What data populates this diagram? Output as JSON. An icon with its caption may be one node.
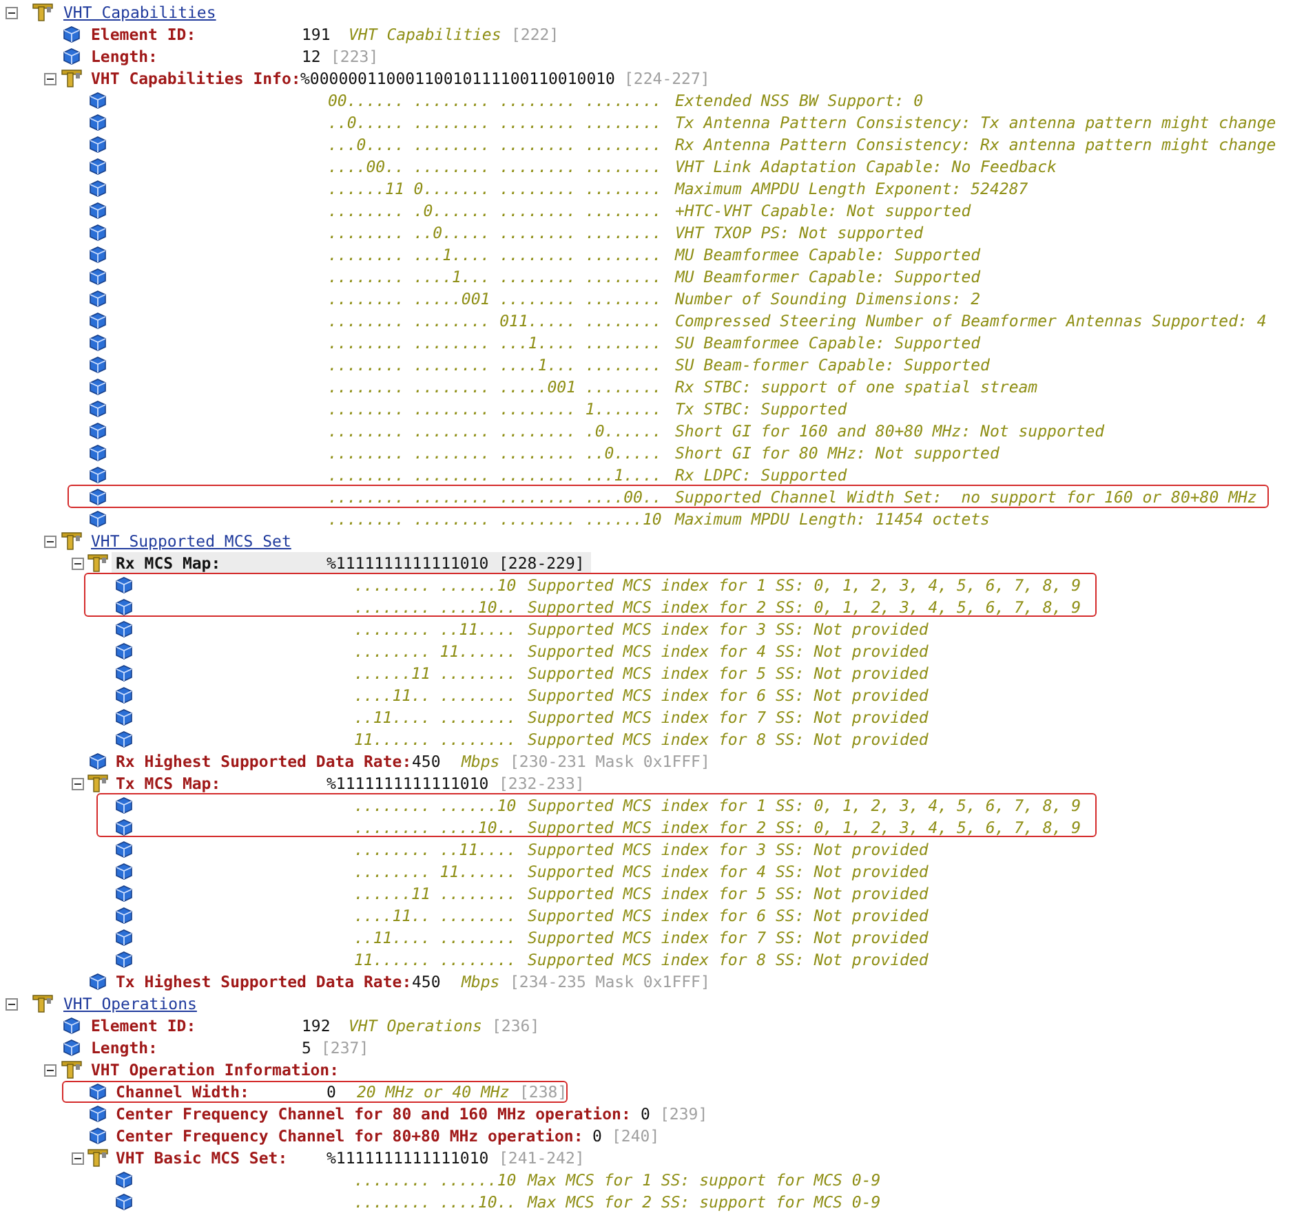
{
  "diagram": {
    "nodes": [
      {
        "text": [
          "........ ........ ........ ....00..",
          "Supported Channel Width Set:  no support for 160 or 80+80 MHz"
        ]
      },
      {
        "text": [
          "........ ......10",
          "Supported MCS index for 1 SS: 0, 1, 2, 3, 4, 5, 6, 7, 8, 9",
          "........ ....10..",
          "Supported MCS index for 2 SS: 0, 1, 2, 3, 4, 5, 6, 7, 8, 9"
        ]
      },
      {
        "text": [
          "........ ......10",
          "Supported MCS index for 1 SS: 0, 1, 2, 3, 4, 5, 6, 7, 8, 9",
          "........ ....10..",
          "Supported MCS index for 2 SS: 0, 1, 2, 3, 4, 5, 6, 7, 8, 9"
        ]
      },
      {
        "text": [
          "Channel Width:",
          "0",
          "20 MHz or 40 MHz",
          "[238]"
        ]
      }
    ],
    "labels": [
      "VHT Capabilities",
      "Element ID:",
      "191",
      "VHT Capabilities",
      "[222]",
      "Length:",
      "12",
      "[223]",
      "VHT Capabilities Info:",
      "%00000011000110010111100110010010",
      "[224-227]",
      "00...... ........ ........ ........",
      "Extended NSS BW Support: 0",
      "..0..... ........ ........ ........",
      "Tx Antenna Pattern Consistency: Tx antenna pattern might change",
      "...0.... ........ ........ ........",
      "Rx Antenna Pattern Consistency: Rx antenna pattern might change",
      "....00.. ........ ........ ........",
      "VHT Link Adaptation Capable: No Feedback",
      "......11 0....... ........ ........",
      "Maximum AMPDU Length Exponent: 524287",
      "........ .0...... ........ ........",
      "+HTC-VHT Capable: Not supported",
      "........ ..0..... ........ ........",
      "VHT TXOP PS: Not supported",
      "........ ...1.... ........ ........",
      "MU Beamformee Capable: Supported",
      "........ ....1... ........ ........",
      "MU Beamformer Capable: Supported",
      "........ .....001 ........ ........",
      "Number of Sounding Dimensions: 2",
      "........ ........ 011..... ........",
      "Compressed Steering Number of Beamformer Antennas Supported: 4",
      "........ ........ ...1.... ........",
      "SU Beamformee Capable: Supported",
      "........ ........ ....1... ........",
      "SU Beam-former Capable: Supported",
      "........ ........ .....001 ........",
      "Rx STBC: support of one spatial stream",
      "........ ........ ........ 1.......",
      "Tx STBC: Supported",
      "........ ........ ........ .0......",
      "Short GI for 160 and 80+80 MHz: Not supported",
      "........ ........ ........ ..0.....",
      "Short GI for 80 MHz: Not supported",
      "........ ........ ........ ...1....",
      "Rx LDPC: Supported",
      "........ ........ ........ ......10",
      "Maximum MPDU Length: 11454 octets",
      "VHT Supported MCS Set",
      "Rx MCS Map:",
      "%1111111111111010",
      "[228-229]",
      "........ ..11....",
      "Supported MCS index for 3 SS: Not provided",
      "........ 11......",
      "Supported MCS index for 4 SS: Not provided",
      "......11 ........",
      "Supported MCS index for 5 SS: Not provided",
      "....11.. ........",
      "Supported MCS index for 6 SS: Not provided",
      "..11.... ........",
      "Supported MCS index for 7 SS: Not provided",
      "11...... ........",
      "Supported MCS index for 8 SS: Not provided",
      "Rx Highest Supported Data Rate:",
      "450",
      "Mbps",
      "[230-231 Mask 0x1FFF]",
      "Tx MCS Map:",
      "%1111111111111010",
      "[232-233]",
      "........ ..11....",
      "Supported MCS index for 3 SS: Not provided",
      "........ 11......",
      "Supported MCS index for 4 SS: Not provided",
      "......11 ........",
      "Supported MCS index for 5 SS: Not provided",
      "....11.. ........",
      "Supported MCS index for 6 SS: Not provided",
      "..11.... ........",
      "Supported MCS index for 7 SS: Not provided",
      "11...... ........",
      "Supported MCS index for 8 SS: Not provided",
      "Tx Highest Supported Data Rate:",
      "450",
      "Mbps",
      "[234-235 Mask 0x1FFF]",
      "VHT Operations",
      "Element ID:",
      "192",
      "VHT Operations",
      "[236]",
      "Length:",
      "5",
      "[237]",
      "VHT Operation Information:",
      "Center Frequency Channel for 80 and 160 MHz operation:",
      "0",
      "[239]",
      "Center Frequency Channel for 80+80 MHz operation:",
      "0",
      "[240]",
      "VHT Basic MCS Set:",
      "%1111111111111010",
      "[241-242]",
      "........ ......10",
      "Max MCS for 1 SS: support for MCS 0-9",
      "........ ....10..",
      "Max MCS for 2 SS: support for MCS 0-9"
    ]
  }
}
